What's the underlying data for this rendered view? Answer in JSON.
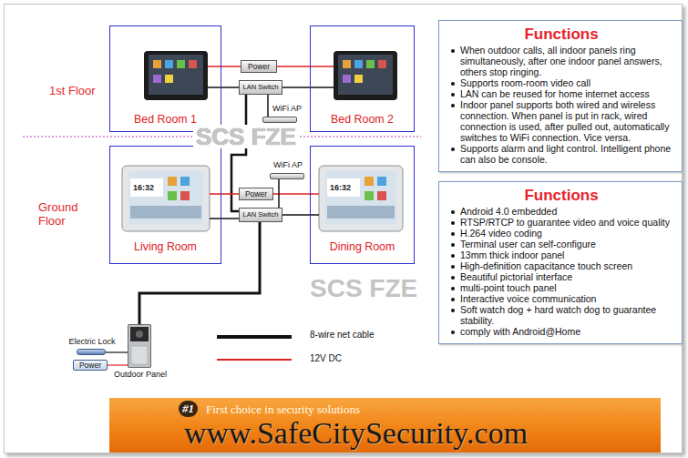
{
  "diagram": {
    "nodes": [
      {
        "text": [
          "Bed Room 1"
        ]
      },
      {
        "text": [
          "Bed Room 2"
        ]
      },
      {
        "text": [
          "Power"
        ]
      },
      {
        "text": [
          "LAN Switch"
        ]
      },
      {
        "text": [
          "WiFi AP"
        ]
      },
      {
        "text": [
          "WiFi AP"
        ]
      },
      {
        "text": [
          "Power"
        ]
      },
      {
        "text": [
          "LAN Switch"
        ]
      },
      {
        "text": [
          "Living Room"
        ]
      },
      {
        "text": [
          "Dining Room"
        ]
      },
      {
        "text": [
          "Electric Lock"
        ]
      },
      {
        "text": [
          "Outdoor Panel"
        ]
      },
      {
        "text": [
          "Power"
        ]
      },
      {
        "text": [
          "Functions",
          "When outdoor calls, all indoor panels ring simultaneously, after one indoor panel answers, others stop ringing.",
          "Supports room-room video call",
          "LAN can be reused for home internet access",
          "Indoor panel supports both wired and wireless connection. When panel is put in rack, wired connection is used, after pulled out, automatically switches to WiFi connection. Vice versa.",
          "Supports alarm and light control. Intelligent phone can also be console."
        ]
      },
      {
        "text": [
          "Functions",
          "Android 4.0 embedded",
          "RTSP/RTCP to guarantee video and voice quality",
          "H.264 video coding",
          "Terminal user can self-configure",
          "13mm thick indoor panel",
          "High-definition capacitance touch screen",
          "Beautiful pictorial interface",
          "multi-point touch panel",
          "Interactive voice communication",
          "Soft watch dog + hard watch dog to guarantee stability.",
          "comply with Android@Home"
        ]
      },
      {
        "text": [
          "#1",
          "First choice in security solutions",
          "www.SafeCitySecurity.com"
        ]
      }
    ],
    "edges": [
      {
        "from": 0,
        "to": 2,
        "arrow": "none"
      },
      {
        "from": 0,
        "to": 3,
        "arrow": "none"
      },
      {
        "from": 1,
        "to": 2,
        "arrow": "none"
      },
      {
        "from": 1,
        "to": 3,
        "arrow": "none"
      },
      {
        "from": 4,
        "to": 3,
        "arrow": "none"
      },
      {
        "from": 3,
        "to": 7,
        "arrow": "none"
      },
      {
        "from": 8,
        "to": 6,
        "arrow": "none"
      },
      {
        "from": 8,
        "to": 7,
        "arrow": "none"
      },
      {
        "from": 9,
        "to": 6,
        "arrow": "none"
      },
      {
        "from": 9,
        "to": 7,
        "arrow": "none"
      },
      {
        "from": 5,
        "to": 7,
        "arrow": "none"
      },
      {
        "from": 7,
        "to": 11,
        "arrow": "none"
      },
      {
        "from": 11,
        "to": 10,
        "arrow": "none"
      },
      {
        "from": 11,
        "to": 12,
        "arrow": "none"
      }
    ],
    "labels": [
      "1st Floor",
      "Ground Floor",
      "SCS FZE",
      "16:32",
      "16:32",
      "SCS FZE"
    ],
    "legend": [
      {
        "text": "8-wire net cable"
      },
      {
        "text": "12V DC"
      }
    ]
  }
}
